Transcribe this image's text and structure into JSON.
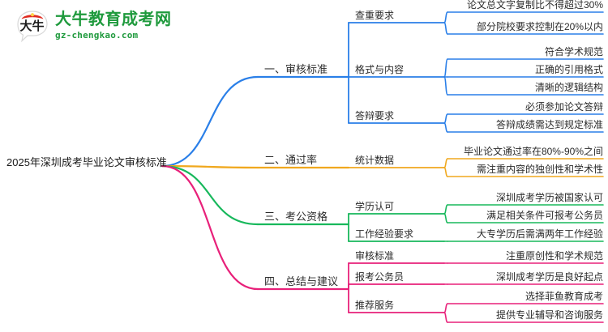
{
  "logo": {
    "mark_text": "大牛",
    "title": "大牛教育成考网",
    "subtitle": "gz-chengkao.com",
    "brand_color": "#1f9a3d",
    "mark_accent_color": "#e02b20"
  },
  "mindmap": {
    "root": {
      "label": "2025年深圳成考毕业论文审核标准"
    },
    "colors": {
      "branch1": "#2a7fe8",
      "branch2": "#f0a81e",
      "branch3": "#18b85c",
      "branch4": "#e8217a"
    },
    "branches": [
      {
        "label": "一、审核标准",
        "color": "#2a7fe8",
        "children": [
          {
            "label": "查重要求",
            "children": [
              {
                "label": "论文总文字复制比不得超过30%"
              },
              {
                "label": "部分院校要求控制在20%以内"
              }
            ]
          },
          {
            "label": "格式与内容",
            "children": [
              {
                "label": "符合学术规范"
              },
              {
                "label": "正确的引用格式"
              },
              {
                "label": "清晰的逻辑结构"
              }
            ]
          },
          {
            "label": "答辩要求",
            "children": [
              {
                "label": "必须参加论文答辩"
              },
              {
                "label": "答辩成绩需达到规定标准"
              }
            ]
          }
        ]
      },
      {
        "label": "二、通过率",
        "color": "#f0a81e",
        "children": [
          {
            "label": "统计数据",
            "children": [
              {
                "label": "毕业论文通过率在80%-90%之间"
              },
              {
                "label": "需注重内容的独创性和学术性"
              }
            ]
          }
        ]
      },
      {
        "label": "三、考公资格",
        "color": "#18b85c",
        "children": [
          {
            "label": "学历认可",
            "children": [
              {
                "label": "深圳成考学历被国家认可"
              },
              {
                "label": "满足相关条件可报考公务员"
              }
            ]
          },
          {
            "label": "工作经验要求",
            "children": [
              {
                "label": "大专学历后需满两年工作经验"
              }
            ]
          }
        ]
      },
      {
        "label": "四、总结与建议",
        "color": "#e8217a",
        "children": [
          {
            "label": "审核标准",
            "children": [
              {
                "label": "注重原创性和学术规范"
              }
            ]
          },
          {
            "label": "报考公务员",
            "children": [
              {
                "label": "深圳成考学历是良好起点"
              }
            ]
          },
          {
            "label": "推荐服务",
            "children": [
              {
                "label": "选择菲鱼教育成考"
              },
              {
                "label": "提供专业辅导和咨询服务"
              }
            ]
          }
        ]
      }
    ]
  }
}
